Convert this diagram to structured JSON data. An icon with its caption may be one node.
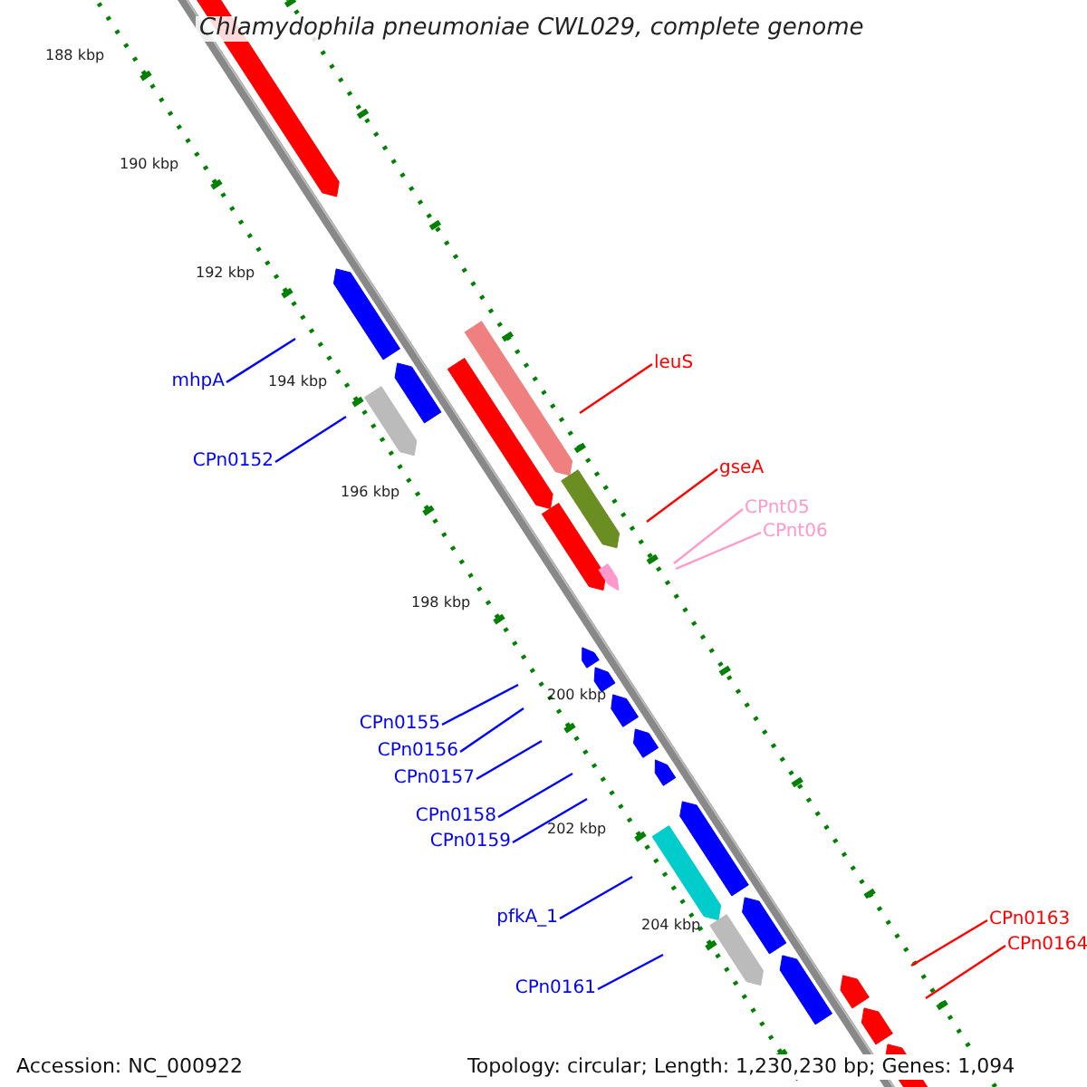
{
  "diagram": {
    "title": "Chlamydophila pneumoniae CWL029, complete genome",
    "nodes": [
      {
        "text": [
          "mhpA"
        ]
      },
      {
        "text": [
          "CPn0152"
        ]
      },
      {
        "text": [
          "leuS"
        ]
      },
      {
        "text": [
          "gseA"
        ]
      },
      {
        "text": [
          "CPnt05"
        ]
      },
      {
        "text": [
          "CPnt06"
        ]
      },
      {
        "text": [
          "CPn0155"
        ]
      },
      {
        "text": [
          "CPn0156"
        ]
      },
      {
        "text": [
          "CPn0157"
        ]
      },
      {
        "text": [
          "CPn0158"
        ]
      },
      {
        "text": [
          "CPn0159"
        ]
      },
      {
        "text": [
          "pfkA_1"
        ]
      },
      {
        "text": [
          "CPn0161"
        ]
      },
      {
        "text": [
          "CPn0163"
        ]
      },
      {
        "text": [
          "CPn0164"
        ]
      }
    ],
    "edges": [
      {
        "from": 0,
        "to": null,
        "arrow": "none"
      },
      {
        "from": 1,
        "to": null,
        "arrow": "none"
      },
      {
        "from": 2,
        "to": null,
        "arrow": "none",
        "color": "#ff0000"
      },
      {
        "from": 3,
        "to": null,
        "arrow": "none",
        "color": "#ff0000"
      },
      {
        "from": 4,
        "to": null,
        "arrow": "none",
        "color": "#ff99cc"
      },
      {
        "from": 5,
        "to": null,
        "arrow": "none",
        "color": "#ff99cc"
      },
      {
        "from": 6,
        "to": null,
        "arrow": "none"
      },
      {
        "from": 7,
        "to": null,
        "arrow": "none"
      },
      {
        "from": 8,
        "to": null,
        "arrow": "none"
      },
      {
        "from": 9,
        "to": null,
        "arrow": "none"
      },
      {
        "from": 10,
        "to": null,
        "arrow": "none"
      },
      {
        "from": 11,
        "to": null,
        "arrow": "none"
      },
      {
        "from": 12,
        "to": null,
        "arrow": "none"
      },
      {
        "from": 13,
        "to": null,
        "arrow": "none",
        "color": "#ff0000"
      },
      {
        "from": 14,
        "to": null,
        "arrow": "none",
        "color": "#ff0000"
      }
    ],
    "labels": [
      "188 kbp",
      "190 kbp",
      "192 kbp",
      "194 kbp",
      "196 kbp",
      "198 kbp",
      "200 kbp",
      "202 kbp",
      "204 kbp",
      "Accession: NC_000922",
      "Topology: circular; Length: 1,230,230 bp; Genes: 1,094"
    ]
  }
}
